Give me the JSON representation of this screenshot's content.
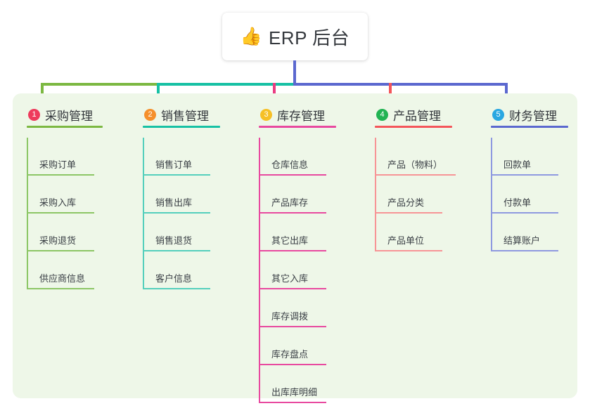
{
  "title": {
    "emoji": "👍",
    "emoji_name": "thumbs-up-icon",
    "text": "ERP 后台"
  },
  "colors": {
    "panel_bg": "#eef7e8",
    "page_bg": "#ffffff",
    "text": "#32363b",
    "trunk": "#5b68cf",
    "branch_green": "#7cb842",
    "branch_teal": "#17c1a4",
    "branch_blue": "#5b68cf",
    "drop_pink": "#ea3d82",
    "drop_red": "#f4555a"
  },
  "columns": [
    {
      "number": "1",
      "title": "采购管理",
      "badge_color": "#ee3a5c",
      "rule_color": "#7cb842",
      "line_color": "#8cc665",
      "items": [
        "采购订单",
        "采购入库",
        "采购退货",
        "供应商信息"
      ]
    },
    {
      "number": "2",
      "title": "销售管理",
      "badge_color": "#f5902c",
      "rule_color": "#17c1a4",
      "line_color": "#54cfbc",
      "items": [
        "销售订单",
        "销售出库",
        "销售退货",
        "客户信息"
      ]
    },
    {
      "number": "3",
      "title": "库存管理",
      "badge_color": "#f6c026",
      "rule_color": "#e8499f",
      "line_color": "#e8499f",
      "items": [
        "仓库信息",
        "产品库存",
        "其它出库",
        "其它入库",
        "库存调拨",
        "库存盘点",
        "出库库明细"
      ]
    },
    {
      "number": "4",
      "title": "产品管理",
      "badge_color": "#21b352",
      "rule_color": "#f4555a",
      "line_color": "#f79496",
      "items": [
        "产品（物料）",
        "产品分类",
        "产品单位"
      ]
    },
    {
      "number": "5",
      "title": "财务管理",
      "badge_color": "#29a7e1",
      "rule_color": "#5b68cf",
      "line_color": "#8e99e0",
      "items": [
        "回款单",
        "付款单",
        "结算账户"
      ]
    }
  ]
}
